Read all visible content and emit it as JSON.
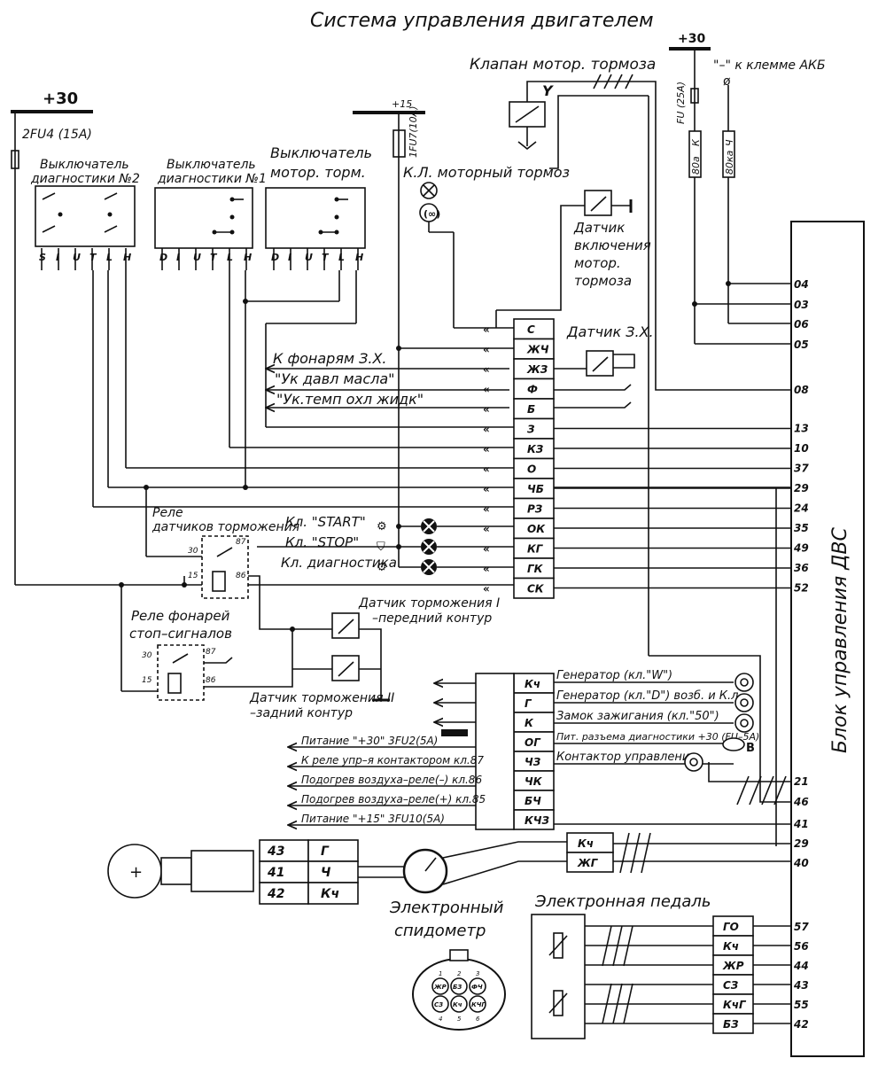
{
  "title": "Система  управления двигателем",
  "ecu": {
    "label": "Блок управления ДВС"
  },
  "power": {
    "plus30_left": "+30",
    "fuse_left": "2FU4 (15A)",
    "plus15": "+15",
    "fuse_1fu7": "1FU7(10A)",
    "plus30_right": "+30",
    "minus_akb": "\"–\"  к клемме АКБ",
    "fuse_fu25": "FU (25A)",
    "fuse_tag_k": "К",
    "fuse_tag_ch": "Ч",
    "wire_80a_1": "80а",
    "wire_80a_2": "80ка",
    "ground_sym": "ø"
  },
  "valve": {
    "label": "Клапан мотор. тормоза",
    "coil": "Y"
  },
  "switches": {
    "diag2": {
      "label": "Выключатель\nдиагностики №2",
      "pins": [
        "S",
        "I",
        "U",
        "T",
        "L",
        "H"
      ]
    },
    "diag1": {
      "label": "Выключатель\nдиагностики №1",
      "pins": [
        "D",
        "I",
        "U",
        "T",
        "L",
        "H"
      ]
    },
    "brake": {
      "label": "Выключатель\nмотор. торм.",
      "pins": [
        "D",
        "I",
        "U",
        "T",
        "L",
        "H"
      ]
    }
  },
  "lamps": {
    "motor_brake": "К.Л. моторный тормоз",
    "start": "Кл. \"START\"",
    "stop": "Кл. \"STOP\"",
    "diag": "Кл. диагностика"
  },
  "sensors": {
    "brake_on": "Датчик\nвключения\nмотор.\nтормоза",
    "zx": "Датчик З.Х.",
    "front": "Датчик торможения I\n–передний контур",
    "rear": "Датчик торможения II\n–задний контур"
  },
  "relays": {
    "brake_sensors": "Реле\nдатчиков торможения",
    "stop_lamps": "Реле фонарей\nстоп–сигналов",
    "relay_pins": [
      "30",
      "87",
      "15",
      "86"
    ]
  },
  "upper_labels": [
    "К фонарям З.Х.",
    "\"Ук давл масла\"",
    "\"Ук.темп охл жидк\""
  ],
  "upper_connector": {
    "pins": [
      "С",
      "ЖЧ",
      "ЖЗ",
      "Ф",
      "Б",
      "З",
      "КЗ",
      "О",
      "ЧБ",
      "РЗ",
      "ОК",
      "КГ",
      "ГК",
      "СК"
    ],
    "ecu_pins": [
      "",
      "",
      "",
      "",
      "",
      "13",
      "10",
      "37",
      "29",
      "24",
      "35",
      "49",
      "36",
      "52"
    ]
  },
  "ecu_top_pins": [
    "04",
    "03",
    "06",
    "05",
    "08"
  ],
  "lower_connector": {
    "pins": [
      "Кч",
      "Г",
      "К",
      "ОГ",
      "ЧЗ",
      "ЧК",
      "БЧ",
      "КЧЗ"
    ],
    "left_labels": [
      "",
      "",
      "",
      "Питание \"+30\" 3FU2(5A)",
      "К реле упр–я контактором кл.87",
      "Подогрев воздуха–реле(–) кл.86",
      "Подогрев воздуха–реле(+) кл.85",
      "Питание \"+15\" 3FU10(5A)"
    ],
    "right_labels": [
      "Генератор (кл.\"W\")",
      "Генератор (кл.\"D\") возб. и К.л.",
      "Замок зажигания (кл.\"50\")",
      "Пит. разъема диагностики +30 (FU–5A)",
      "Контактор управление"
    ],
    "ecu_pins": [
      "21",
      "46",
      "41"
    ],
    "b_mark": "В"
  },
  "speedo": {
    "label": "Электронный\nспидометр",
    "plug_pins": [
      "43",
      "41",
      "42"
    ],
    "plug_names": [
      "Г",
      "Ч",
      "Кч"
    ],
    "sensor_sym": "+",
    "mid_pins": [
      "Кч",
      "ЖГ"
    ],
    "ecu_pins": [
      "29",
      "40"
    ],
    "socket_labels": [
      "ЖР",
      "БЗ",
      "ФЧ",
      "СЗ",
      "Кч",
      "КЧГ"
    ],
    "socket_nums": [
      "1",
      "2",
      "3",
      "4",
      "5",
      "6"
    ]
  },
  "pedal": {
    "label": "Электронная педаль",
    "pins": [
      "ГО",
      "Кч",
      "ЖР",
      "СЗ",
      "КчГ",
      "БЗ"
    ],
    "ecu_pins": [
      "57",
      "56",
      "44",
      "43",
      "55",
      "42"
    ]
  }
}
